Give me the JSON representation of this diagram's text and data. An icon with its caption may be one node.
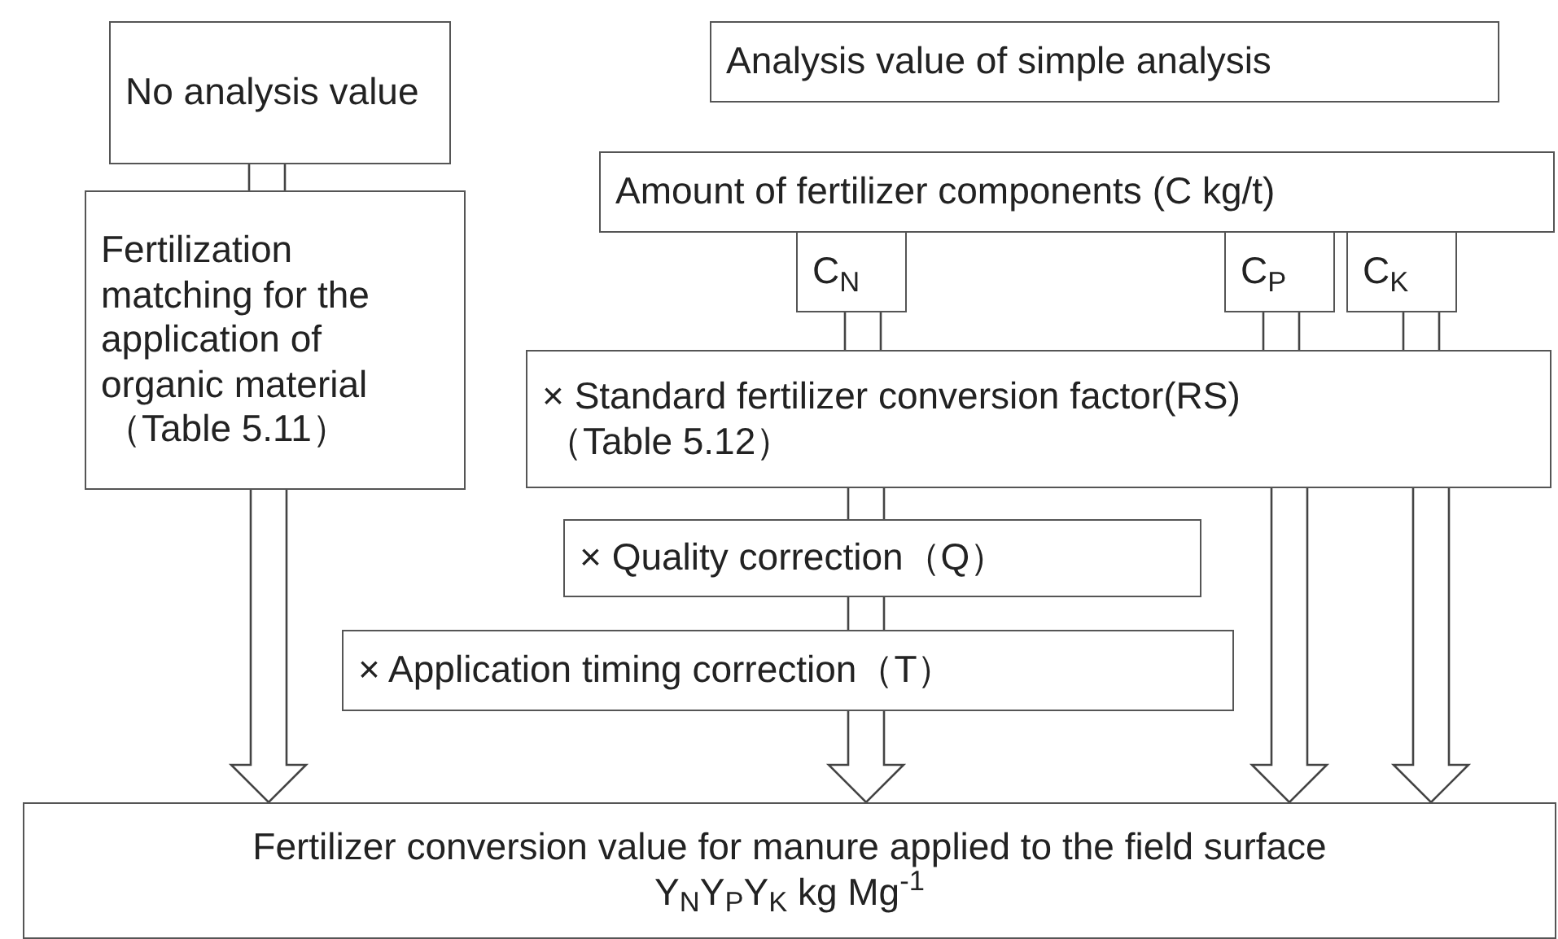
{
  "diagram": {
    "nodes": [
      {
        "text": [
          "No analysis value"
        ]
      },
      {
        "text": [
          "Fertilization matching for the application of organic material",
          "（Table 5.11）"
        ]
      },
      {
        "text": [
          "Analysis value of simple analysis"
        ]
      },
      {
        "text": [
          "Amount of fertilizer components (C kg/t)"
        ]
      },
      {
        "text": [
          "C$_{N}$"
        ]
      },
      {
        "text": [
          "C$_{P}$"
        ]
      },
      {
        "text": [
          "C$_{K}$"
        ]
      },
      {
        "text": [
          "× Standard fertilizer conversion factor(RS)",
          "（Table 5.12）"
        ]
      },
      {
        "text": [
          "× Quality correction（Q）"
        ]
      },
      {
        "text": [
          "× Application timing correction（T）"
        ]
      },
      {
        "text": [
          "Fertilizer conversion value for manure applied to the field surface",
          "Y$_{N}$Y$_{P}$Y$_{K}$ kg Mg$^{-1}$"
        ]
      }
    ],
    "edges": [
      {
        "from": 0,
        "to": 1,
        "arrow": "none"
      },
      {
        "from": 1,
        "to": 10,
        "arrow": "to"
      },
      {
        "from": 4,
        "to": 7,
        "arrow": "none"
      },
      {
        "from": 5,
        "to": 7,
        "arrow": "none"
      },
      {
        "from": 6,
        "to": 7,
        "arrow": "none"
      },
      {
        "from": 7,
        "to": 8,
        "arrow": "none"
      },
      {
        "from": 8,
        "to": 9,
        "arrow": "none"
      },
      {
        "from": 9,
        "to": 10,
        "arrow": "to"
      },
      {
        "from": 7,
        "to": 10,
        "arrow": "to"
      },
      {
        "from": 7,
        "to": 10,
        "arrow": "to"
      }
    ]
  }
}
